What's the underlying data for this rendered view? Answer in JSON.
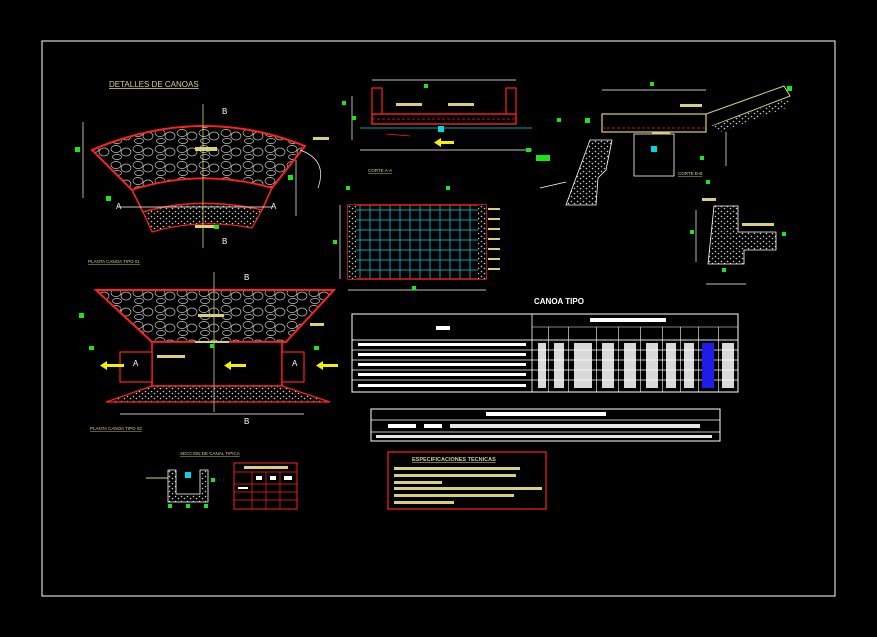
{
  "drawing": {
    "title_main": "DETALLES DE CANOAS",
    "label_planta_1": "PLANTA CANOA TIPO 01",
    "label_planta_2": "PLANTA CANOA TIPO 02",
    "label_corte_aa": "CORTE A-A",
    "label_corte_bb": "CORTE B-B",
    "label_seccion_canal": "SECCION DE CANAL TIPICA",
    "table_title": "CANOA TIPO",
    "spec_title": "ESPECIFICACIONES TECNICAS",
    "section_mark_a": "A",
    "section_mark_b": "B"
  },
  "colors": {
    "background": "#000000",
    "border": "#ffffff",
    "outline": "#ff2020",
    "text_yellow": "#d6d07a",
    "marker_green": "#19e619",
    "grid_cyan": "#00d8e0",
    "arrow_yellow": "#f2f200",
    "blue_fill": "#1e1ee6"
  }
}
